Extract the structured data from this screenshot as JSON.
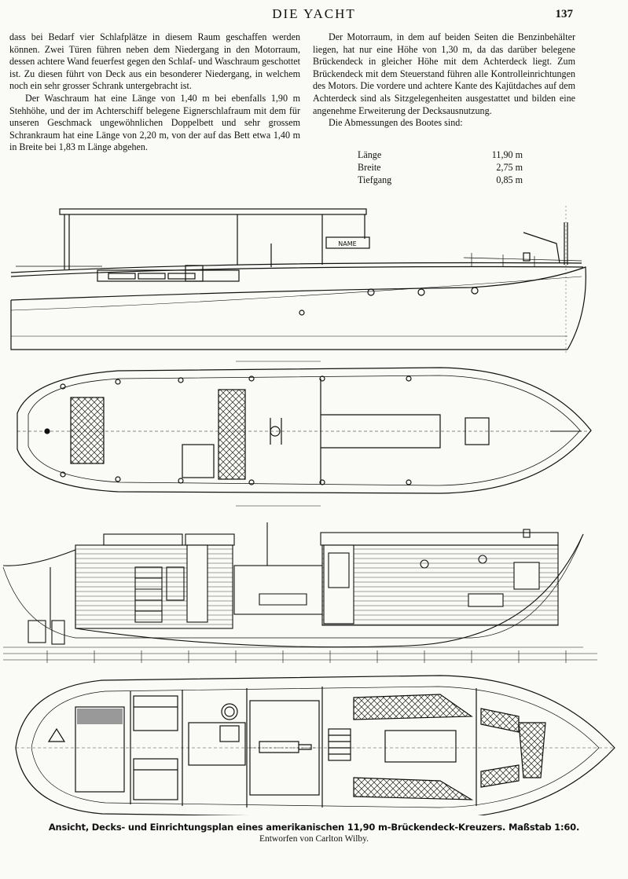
{
  "header": {
    "running_title": "DIE YACHT",
    "page_number": "137"
  },
  "column_left": {
    "paragraphs": [
      "dass bei Bedarf vier Schlafplätze in diesem Raum geschaffen werden können. Zwei Türen führen neben dem Niedergang in den Motorraum, dessen achtere Wand feuerfest gegen den Schlaf- und Waschraum geschottet ist. Zu diesen führt von Deck aus ein besonderer Niedergang, in welchem noch ein sehr grosser Schrank untergebracht ist.",
      "Der Waschraum hat eine Länge von 1,40 m bei ebenfalls 1,90 m Stehhöhe, und der im Achterschiff belegene Eignerschlafraum mit dem für unseren Geschmack ungewöhnlichen Doppelbett und sehr grossem Schrankraum hat eine Länge von 2,20 m, von der auf das Bett etwa 1,40 m in Breite bei 1,83 m Länge abgehen."
    ]
  },
  "column_right": {
    "paragraphs": [
      "Der Motorraum, in dem auf beiden Seiten die Benzinbehälter liegen, hat nur eine Höhe von 1,30 m, da das darüber belegene Brückendeck in gleicher Höhe mit dem Achterdeck liegt. Zum Brückendeck mit dem Steuerstand führen alle Kontrolleinrichtungen des Motors. Die vordere und achtere Kante des Kajütdaches auf dem Achterdeck sind als Sitzgelegenheiten ausgestattet und bilden eine angenehme Erweiterung der Decksausnutzung.",
      "Die Abmessungen des Bootes sind:"
    ],
    "dimensions": [
      {
        "label": "Länge",
        "value": "11,90 m"
      },
      {
        "label": "Breite",
        "value": "2,75 m"
      },
      {
        "label": "Tiefgang",
        "value": "0,85 m"
      }
    ]
  },
  "figure": {
    "name_board": "NAME",
    "caption": "Ansicht, Decks- und Einrichtungsplan eines amerikanischen 11,90 m-Brückendeck-Kreuzers.  Maßstab 1:60.",
    "designer": "Entworfen von Carlton Wilby."
  }
}
